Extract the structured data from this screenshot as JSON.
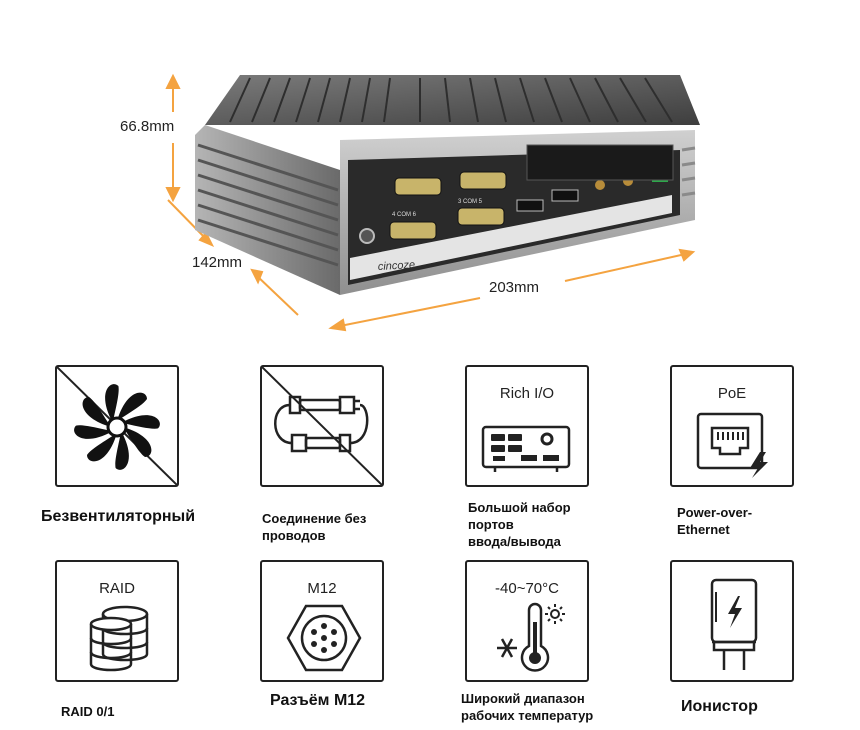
{
  "dimensions": {
    "height": "66.8mm",
    "depth": "142mm",
    "width": "203mm"
  },
  "brand": "CINCOZE",
  "port_labels": {
    "com_left": "4 COM 6",
    "com_right": "3 COM 5"
  },
  "features": [
    {
      "id": "fanless",
      "title": "",
      "caption": [
        "Безвентиляторный"
      ],
      "icon": "no-fan-icon"
    },
    {
      "id": "cableless",
      "title": "",
      "caption": [
        "Соединение без",
        "проводов"
      ],
      "icon": "no-cable-icon"
    },
    {
      "id": "rich-io",
      "title": "Rich I/O",
      "caption": [
        "Большой набор",
        "портов",
        "ввода/вывода"
      ],
      "icon": "io-panel-icon"
    },
    {
      "id": "poe",
      "title": "PoE",
      "caption": [
        "Power-over-",
        "Ethernet"
      ],
      "icon": "ethernet-power-icon"
    },
    {
      "id": "raid",
      "title": "RAID",
      "caption": [
        "RAID 0/1"
      ],
      "icon": "database-icon"
    },
    {
      "id": "m12",
      "title": "M12",
      "caption": [
        "Разъём M12"
      ],
      "icon": "m12-connector-icon"
    },
    {
      "id": "temp",
      "title": "-40~70°C",
      "caption": [
        "Широкий диапазон",
        "рабочих температур"
      ],
      "icon": "thermometer-icon"
    },
    {
      "id": "supercap",
      "title": "",
      "caption": [
        "Ионистор"
      ],
      "icon": "supercapacitor-icon"
    }
  ]
}
